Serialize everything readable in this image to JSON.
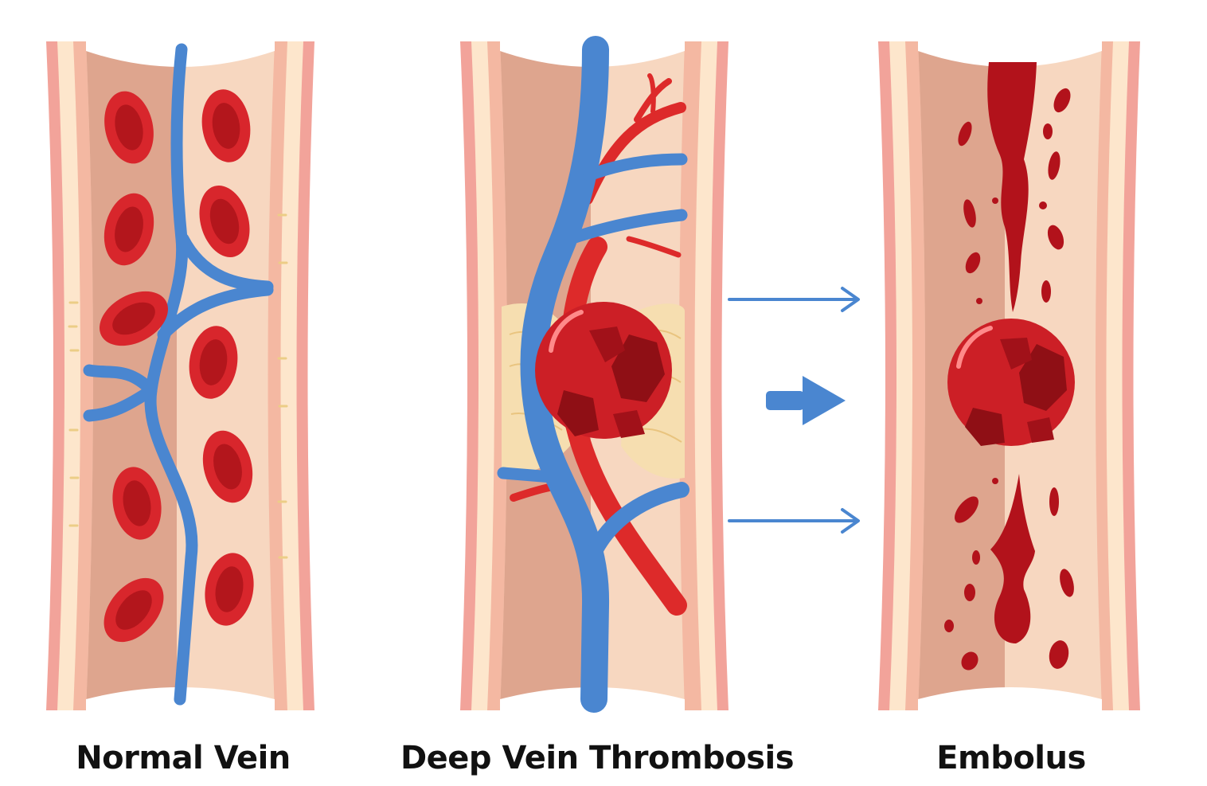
{
  "panels": [
    {
      "id": "normal",
      "caption": "Normal Vein"
    },
    {
      "id": "dvt",
      "caption": "Deep Vein Thrombosis"
    },
    {
      "id": "embolus",
      "caption": "Embolus"
    }
  ],
  "colors": {
    "outer_wall": "#f2a39a",
    "wall_stripe": "#fde6cc",
    "wall_inner": "#f4b8a2",
    "lumen_dark": "#dea58e",
    "lumen_light": "#f7d7c0",
    "red_cell": "#d8262c",
    "red_cell_dark": "#b3161c",
    "blue_vessel": "#4a86d0",
    "artery": "#dd2a2a",
    "clot": "#cc1f26",
    "clot_dark": "#8f0f15",
    "fat_deposit": "#f6deb0",
    "blood": "#b2121b",
    "arrow": "#4a86d0"
  },
  "icons": {
    "flow_arrows": "arrow-right-icon"
  }
}
